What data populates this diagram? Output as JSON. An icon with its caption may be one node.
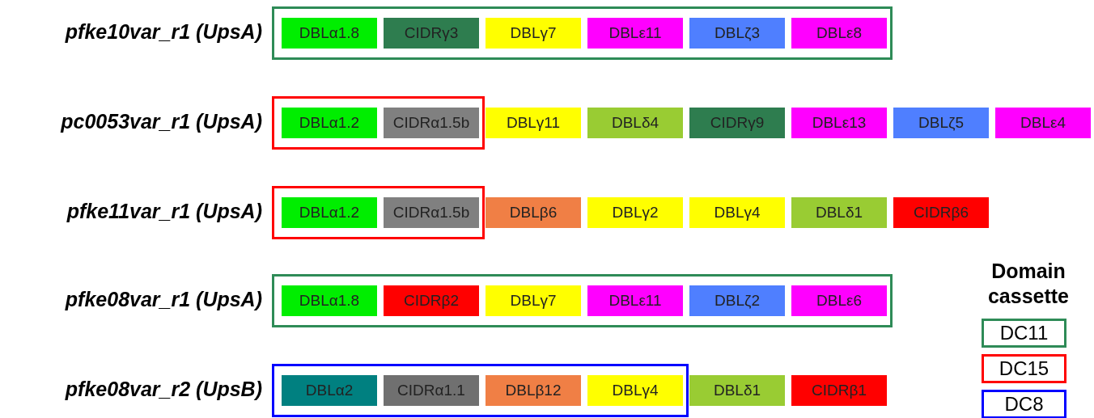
{
  "diagram": {
    "nodes": [
      {
        "text": [],
        "shape": "box"
      },
      {
        "text": [
          "DBLα1.8"
        ],
        "in": 0
      },
      {
        "text": [
          "CIDRγ3"
        ],
        "in": 0
      },
      {
        "text": [
          "DBLγ7"
        ],
        "in": 0
      },
      {
        "text": [
          "DBLε11"
        ],
        "in": 0
      },
      {
        "text": [
          "DBLζ3"
        ],
        "in": 0
      },
      {
        "text": [
          "DBLε8"
        ],
        "in": 0
      },
      {
        "text": [],
        "shape": "box"
      },
      {
        "text": [
          "DBLα1.2"
        ],
        "in": 7
      },
      {
        "text": [
          "CIDRα1.5b"
        ],
        "in": 7
      },
      {
        "text": [
          "DBLγ11"
        ]
      },
      {
        "text": [
          "DBLδ4"
        ]
      },
      {
        "text": [
          "CIDRγ9"
        ]
      },
      {
        "text": [
          "DBLε13"
        ]
      },
      {
        "text": [
          "DBLζ5"
        ]
      },
      {
        "text": [
          "DBLε4"
        ]
      },
      {
        "text": [],
        "shape": "box"
      },
      {
        "text": [
          "DBLα1.2"
        ],
        "in": 16
      },
      {
        "text": [
          "CIDRα1.5b"
        ],
        "in": 16
      },
      {
        "text": [
          "DBLβ6"
        ]
      },
      {
        "text": [
          "DBLγ2"
        ]
      },
      {
        "text": [
          "DBLγ4"
        ]
      },
      {
        "text": [
          "DBLδ1"
        ]
      },
      {
        "text": [
          "CIDRβ6"
        ]
      },
      {
        "text": [],
        "shape": "box"
      },
      {
        "text": [
          "DBLα1.8"
        ],
        "in": 24
      },
      {
        "text": [
          "CIDRβ2"
        ],
        "in": 24
      },
      {
        "text": [
          "DBLγ7"
        ],
        "in": 24
      },
      {
        "text": [
          "DBLε11"
        ],
        "in": 24
      },
      {
        "text": [
          "DBLζ2"
        ],
        "in": 24
      },
      {
        "text": [
          "DBLε6"
        ],
        "in": 24
      },
      {
        "text": [],
        "shape": "box"
      },
      {
        "text": [
          "DBLα2"
        ],
        "in": 31
      },
      {
        "text": [
          "CIDRα1.1"
        ],
        "in": 31
      },
      {
        "text": [
          "DBLβ12"
        ],
        "in": 31
      },
      {
        "text": [
          "DBLγ4"
        ],
        "in": 31
      },
      {
        "text": [
          "DBLδ1"
        ]
      },
      {
        "text": [
          "CIDRβ1"
        ]
      }
    ],
    "edges": [],
    "labels": [
      "pfke10var_r1 (UpsA)",
      "pc0053var_r1 (UpsA)",
      "pfke11var_r1 (UpsA)",
      "pfke08var_r1 (UpsA)",
      "pfke08var_r2 (UpsB)",
      "Domain cassette"
    ],
    "legend": [
      {
        "text": "DC11",
        "color": "#2e8b57"
      },
      {
        "text": "DC15",
        "color": "#ff0000"
      },
      {
        "text": "DC8",
        "color": "#0000ff"
      }
    ]
  }
}
